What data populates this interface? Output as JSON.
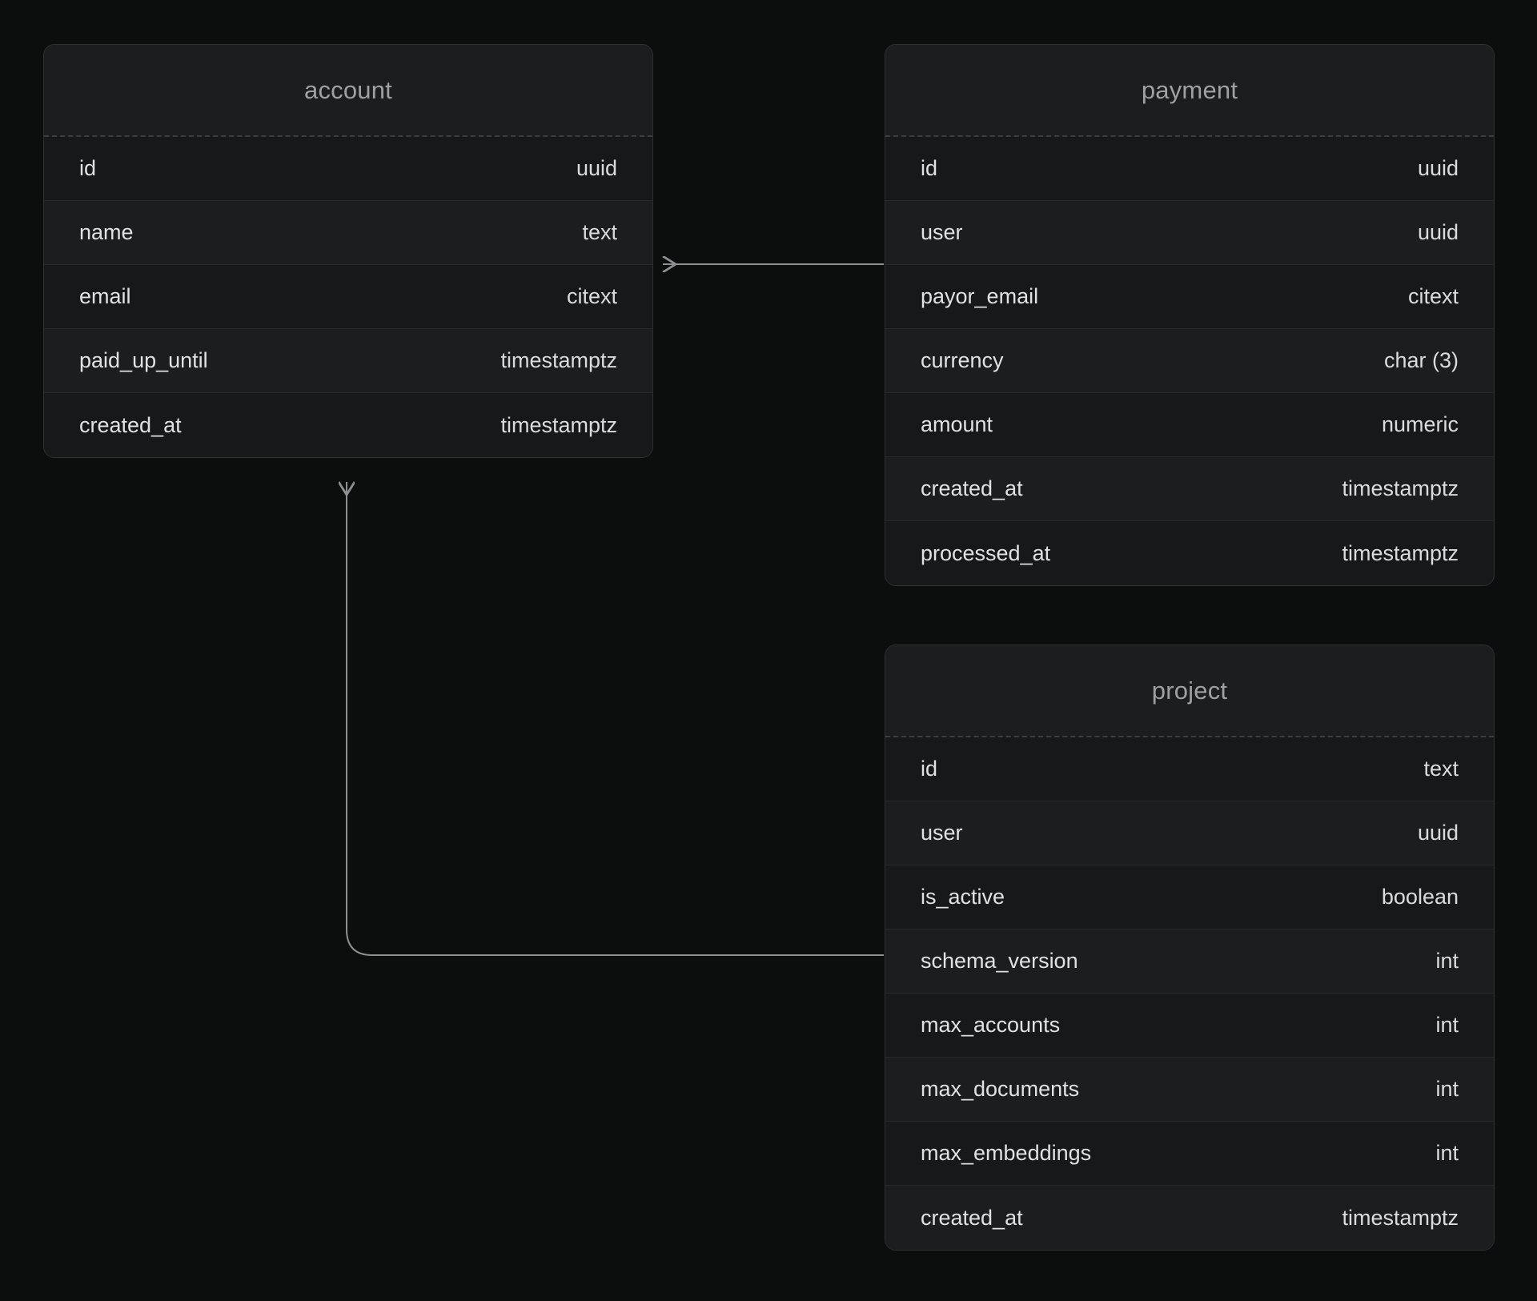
{
  "diagram": {
    "background_color": "#0c0d0d",
    "entity_bg_color": "#131415",
    "border_color": "#2e3132",
    "title_color": "#9ea0a1",
    "text_color": "#dfe1e2",
    "edge_color": "#8d9092"
  },
  "entities": [
    {
      "id": "account",
      "title": "account",
      "fields": [
        {
          "name": "id",
          "type": "uuid"
        },
        {
          "name": "name",
          "type": "text"
        },
        {
          "name": "email",
          "type": "citext"
        },
        {
          "name": "paid_up_until",
          "type": "timestamptz"
        },
        {
          "name": "created_at",
          "type": "timestamptz"
        }
      ]
    },
    {
      "id": "payment",
      "title": "payment",
      "fields": [
        {
          "name": "id",
          "type": "uuid"
        },
        {
          "name": "user",
          "type": "uuid"
        },
        {
          "name": "payor_email",
          "type": "citext"
        },
        {
          "name": "currency",
          "type": "char (3)"
        },
        {
          "name": "amount",
          "type": "numeric"
        },
        {
          "name": "created_at",
          "type": "timestamptz"
        },
        {
          "name": "processed_at",
          "type": "timestamptz"
        }
      ]
    },
    {
      "id": "project",
      "title": "project",
      "fields": [
        {
          "name": "id",
          "type": "text"
        },
        {
          "name": "user",
          "type": "uuid"
        },
        {
          "name": "is_active",
          "type": "boolean"
        },
        {
          "name": "schema_version",
          "type": "int"
        },
        {
          "name": "max_accounts",
          "type": "int"
        },
        {
          "name": "max_documents",
          "type": "int"
        },
        {
          "name": "max_embeddings",
          "type": "int"
        },
        {
          "name": "created_at",
          "type": "timestamptz"
        }
      ]
    }
  ],
  "relationships": [
    {
      "id": "payment-user-to-account",
      "from": "payment",
      "to": "account",
      "shape": "straight"
    },
    {
      "id": "project-user-to-account",
      "from": "project",
      "to": "account",
      "shape": "elbow"
    }
  ]
}
